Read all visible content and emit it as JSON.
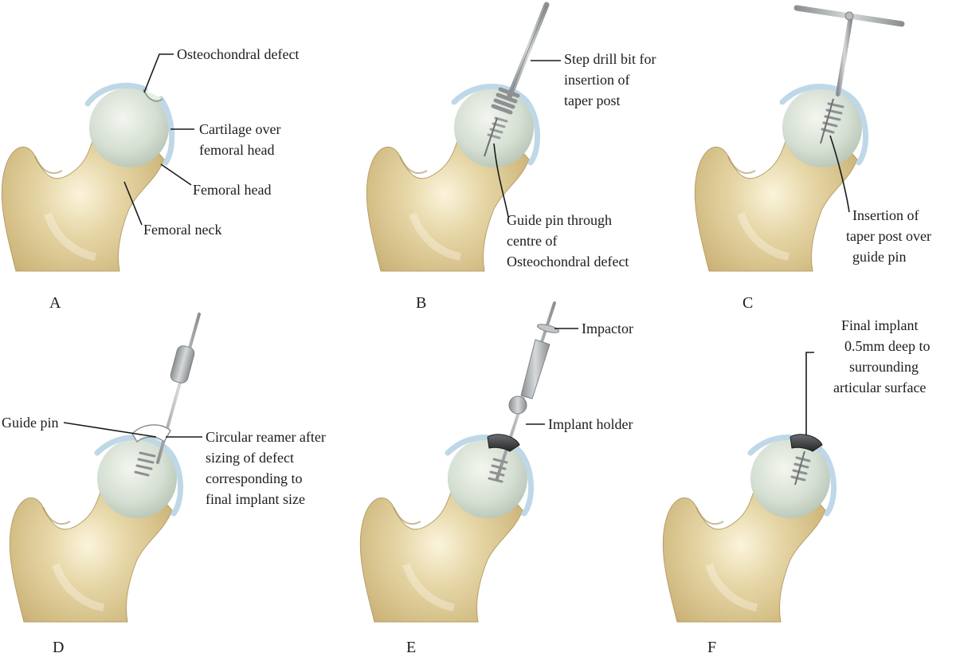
{
  "panels": {
    "A": {
      "letter": "A",
      "labels": {
        "defect": "Osteochondral defect",
        "cartilage_1": "Cartilage over",
        "cartilage_2": "femoral head",
        "head": "Femoral head",
        "neck": "Femoral neck"
      }
    },
    "B": {
      "letter": "B",
      "labels": {
        "drill_1": "Step drill bit for",
        "drill_2": "insertion of",
        "drill_3": "taper post",
        "guide_1": "Guide pin through",
        "guide_2": "centre of",
        "guide_3": "Osteochondral defect"
      }
    },
    "C": {
      "letter": "C",
      "labels": {
        "taper_1": "Insertion of",
        "taper_2": "taper post over",
        "taper_3": "guide pin"
      }
    },
    "D": {
      "letter": "D",
      "labels": {
        "guide_pin": "Guide pin",
        "reamer_1": "Circular reamer after",
        "reamer_2": "sizing of defect",
        "reamer_3": "corresponding to",
        "reamer_4": "final implant size"
      }
    },
    "E": {
      "letter": "E",
      "labels": {
        "impactor": "Impactor",
        "holder": "Implant holder"
      }
    },
    "F": {
      "letter": "F",
      "labels": {
        "final_1": "Final implant",
        "final_2": "0.5mm deep to",
        "final_3": "surrounding",
        "final_4": "articular surface"
      }
    }
  },
  "colors": {
    "bone": "#d4c08c",
    "bone_shadow": "#b09a5e",
    "head": "#d3ddd2",
    "cartilage": "#bfd8e8",
    "metal": "#a2a6a8",
    "implant": "#2f3032"
  }
}
